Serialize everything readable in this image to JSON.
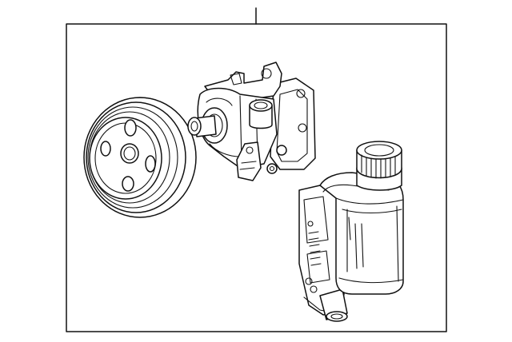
{
  "diagram": {
    "colors": {
      "background": "#ffffff",
      "line": "#111111"
    },
    "parts": [
      {
        "id": "pulley",
        "icon": "pulley-drawing"
      },
      {
        "id": "pump",
        "icon": "power-steering-pump-drawing"
      },
      {
        "id": "reservoir",
        "icon": "fluid-reservoir-drawing"
      }
    ]
  }
}
